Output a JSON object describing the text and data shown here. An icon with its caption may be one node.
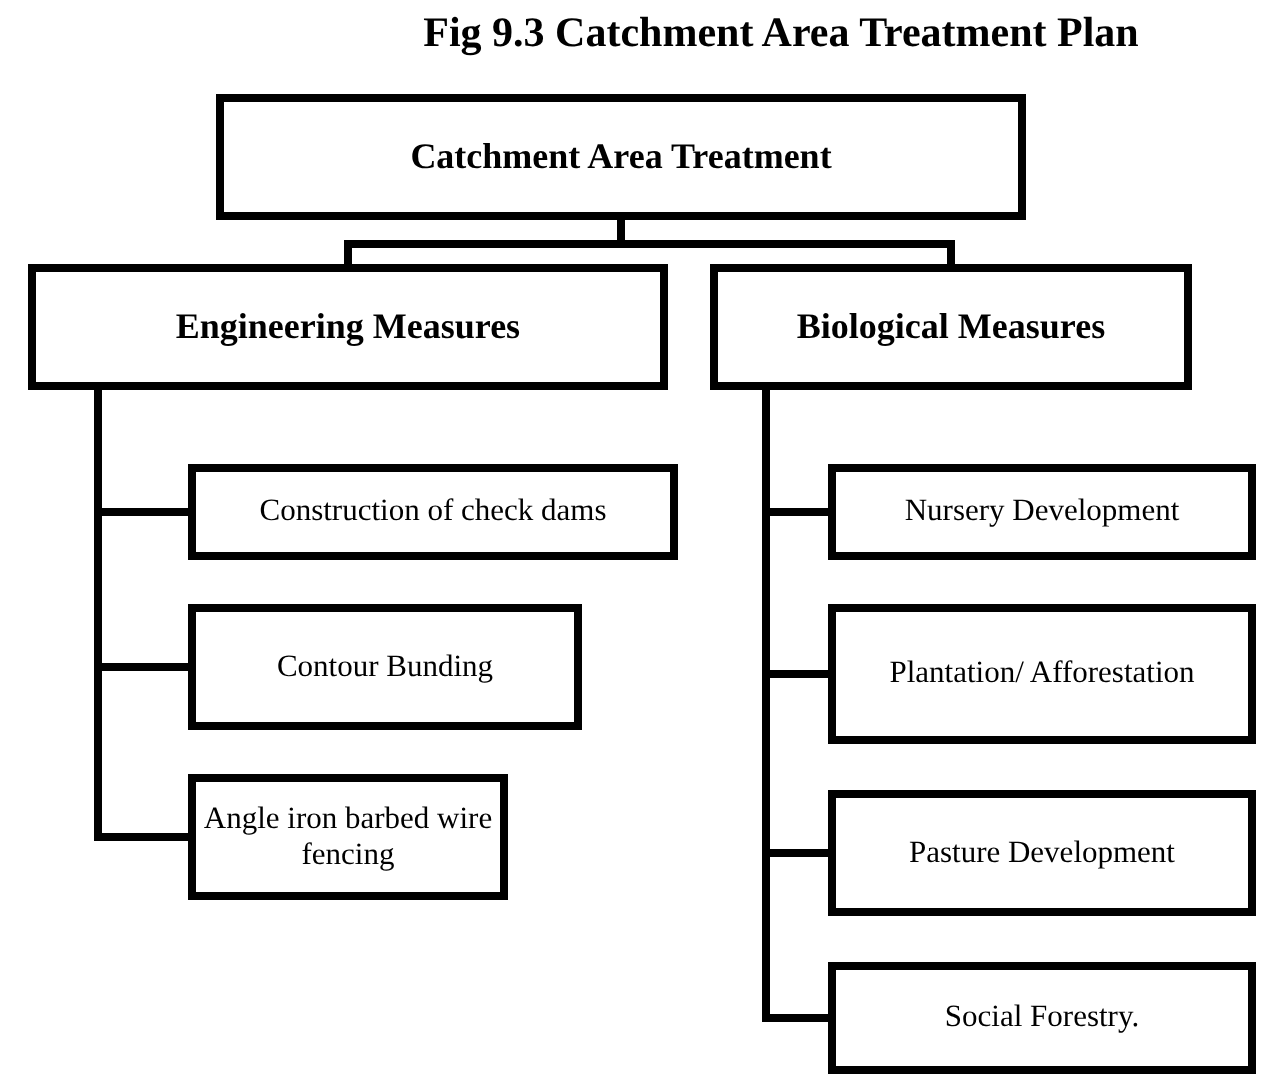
{
  "diagram": {
    "title": "Fig 9.3 Catchment Area Treatment Plan",
    "nodes": [
      {
        "text": [
          "Catchment Area Treatment"
        ]
      },
      {
        "text": [
          "Engineering Measures"
        ]
      },
      {
        "text": [
          "Biological Measures"
        ]
      },
      {
        "text": [
          "Construction of check dams"
        ]
      },
      {
        "text": [
          "Contour Bunding"
        ]
      },
      {
        "text": [
          "Angle iron barbed wire fencing"
        ]
      },
      {
        "text": [
          "Nursery Development"
        ]
      },
      {
        "text": [
          "Plantation/ Afforestation"
        ]
      },
      {
        "text": [
          "Pasture Development"
        ]
      },
      {
        "text": [
          "Social Forestry."
        ]
      }
    ],
    "edges": [
      {
        "from": 0,
        "to": 1,
        "arrow": "none"
      },
      {
        "from": 0,
        "to": 2,
        "arrow": "none"
      },
      {
        "from": 1,
        "to": 3,
        "arrow": "none"
      },
      {
        "from": 1,
        "to": 4,
        "arrow": "none"
      },
      {
        "from": 1,
        "to": 5,
        "arrow": "none"
      },
      {
        "from": 2,
        "to": 6,
        "arrow": "none"
      },
      {
        "from": 2,
        "to": 7,
        "arrow": "none"
      },
      {
        "from": 2,
        "to": 8,
        "arrow": "none"
      },
      {
        "from": 2,
        "to": 9,
        "arrow": "none"
      }
    ]
  }
}
